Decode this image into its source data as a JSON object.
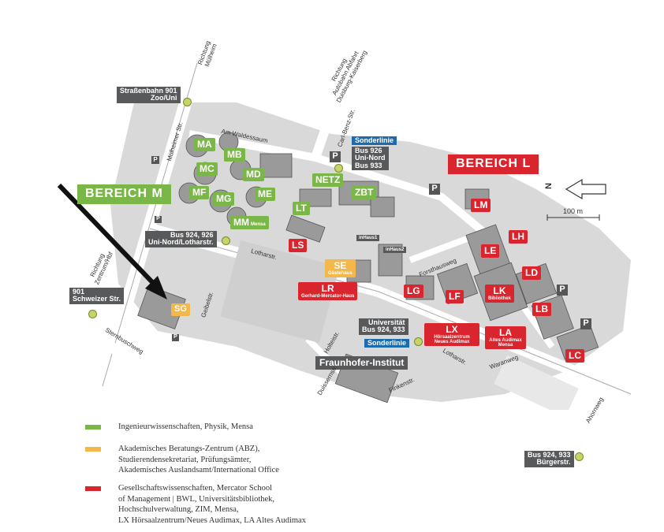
{
  "map": {
    "areas": [
      {
        "label": "BEREICH M"
      },
      {
        "label": "BEREICH L"
      }
    ],
    "buildings_green": [
      {
        "code": "MA"
      },
      {
        "code": "MB"
      },
      {
        "code": "MC"
      },
      {
        "code": "MD"
      },
      {
        "code": "MF"
      },
      {
        "code": "MG"
      },
      {
        "code": "ME"
      },
      {
        "code": "MM",
        "sub": "Mensa"
      },
      {
        "code": "LT"
      },
      {
        "code": "NETZ"
      },
      {
        "code": "ZBT"
      }
    ],
    "buildings_orange": [
      {
        "code": "SE",
        "sub": "Gästehaus"
      },
      {
        "code": "SG"
      }
    ],
    "buildings_red": [
      {
        "code": "LS"
      },
      {
        "code": "LR",
        "sub": "Gerhard-Mercator-Haus"
      },
      {
        "code": "LG"
      },
      {
        "code": "LF"
      },
      {
        "code": "LX",
        "sub": "Hörsaalzentrum Neues Audimax"
      },
      {
        "code": "LA",
        "sub": "Altes Audimax Mensa"
      },
      {
        "code": "LK",
        "sub": "Bibliothek"
      },
      {
        "code": "LE"
      },
      {
        "code": "LH"
      },
      {
        "code": "LD"
      },
      {
        "code": "LB"
      },
      {
        "code": "LC"
      },
      {
        "code": "LM"
      }
    ],
    "stops": {
      "tram": {
        "line1": "Straßenbahn 901",
        "line2": "Zoo/Uni"
      },
      "sonder_top": {
        "title": "Sonderlinie",
        "line1": "Bus 926",
        "line2": "Uni-Nord",
        "line3": "Bus 933"
      },
      "lotharstr": {
        "line1": "Bus 924, 926",
        "line2": "Uni-Nord/Lotharstr."
      },
      "schweizer": {
        "line1": "901",
        "line2": "Schweizer Str."
      },
      "universitaet": {
        "line1": "Universität",
        "line2": "Bus 924, 933",
        "title": "Sonderlinie"
      },
      "buergerstr": {
        "line1": "Bus 924, 933",
        "line2": "Bürgerstr."
      }
    },
    "fraunhofer": "Fraunhofer-Institut",
    "inhaus1": "inHaus1",
    "inhaus2": "inHaus2",
    "directions": {
      "muelheim": "Richtung\nMülheim",
      "autobahn": "Richtung\nAutobahn Abfahrt\nDuisburg-Kaiserberg",
      "zentrum": "Richtung\nZentrum/Hbf"
    },
    "streets": {
      "muelheimer": "Mülheimer Str.",
      "waldessaum": "Am Waldessaum",
      "lotharstr1": "Lotharstr.",
      "lotharstr2": "Lotharstr.",
      "geibelstr": "Geibelstr.",
      "sternbuschweg": "Sternbuschweg",
      "carlbenz": "Carl-Benz-Str.",
      "forsthausweg": "Forsthausweg",
      "holteistr": "Holteistr.",
      "duissernstr": "Duissernstr.",
      "finkenstr": "Finkenstr.",
      "wacholderweg": "Waranweg",
      "ahornweg": "Ahornweg"
    },
    "scale": "100 m",
    "north": "N",
    "parking": "P"
  },
  "legend": [
    {
      "color": "#7ab648",
      "text": "Ingenieurwissenschaften, Physik, Mensa"
    },
    {
      "color": "#f3b74a",
      "text": "Akademisches Beratungs-Zentrum (ABZ),\nStudierendensekretariat, Prüfungsämter,\nAkademisches Auslandsamt/International Office"
    },
    {
      "color": "#d9262e",
      "text": "Gesellschaftswissenschaften, Mercator School\nof Management | BWL, Universitätsbibliothek,\nHochschulverwaltung, ZIM, Mensa,\nLX Hörsaalzentrum/Neues Audimax, LA Altes Audimax"
    }
  ]
}
